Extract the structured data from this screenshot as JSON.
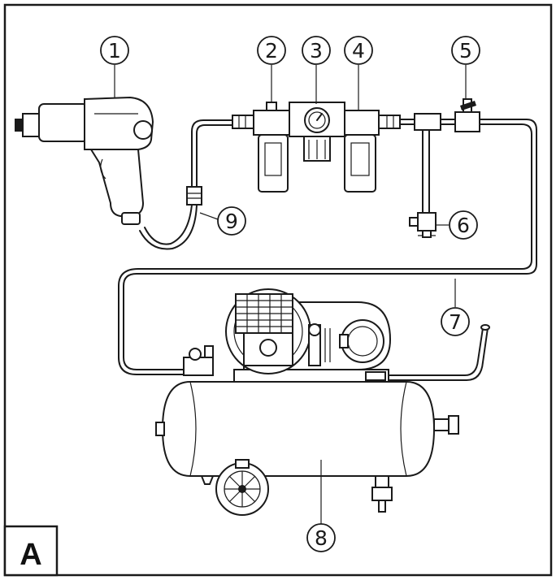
{
  "panel": {
    "letter": "A"
  },
  "callouts": [
    {
      "id": "1",
      "label": "1"
    },
    {
      "id": "2",
      "label": "2"
    },
    {
      "id": "3",
      "label": "3"
    },
    {
      "id": "4",
      "label": "4"
    },
    {
      "id": "5",
      "label": "5"
    },
    {
      "id": "6",
      "label": "6"
    },
    {
      "id": "7",
      "label": "7"
    },
    {
      "id": "8",
      "label": "8"
    },
    {
      "id": "9",
      "label": "9"
    }
  ],
  "colors": {
    "line": "#1a1a1a",
    "background": "#ffffff",
    "shade": "#d9d9d9"
  }
}
